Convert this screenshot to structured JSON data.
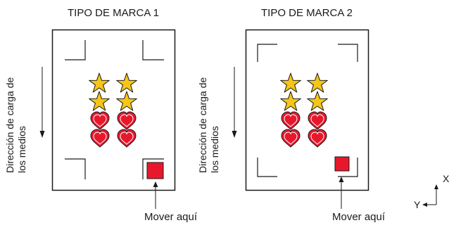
{
  "panels": [
    {
      "title": "TIPO DE MARCA 1",
      "side_label_line1": "Dirección de carga de",
      "side_label_line2": "los medios",
      "caption": "Mover aquí"
    },
    {
      "title": "TIPO DE MARCA 2",
      "side_label_line1": "Dirección de carga de",
      "side_label_line2": "los medios",
      "caption": "Mover aquí"
    }
  ],
  "axes": {
    "x": "X",
    "y": "Y"
  },
  "colors": {
    "star": "#f5c518",
    "heart": "#e8182c",
    "square": "#e8182c",
    "line": "#1a1a1a"
  }
}
